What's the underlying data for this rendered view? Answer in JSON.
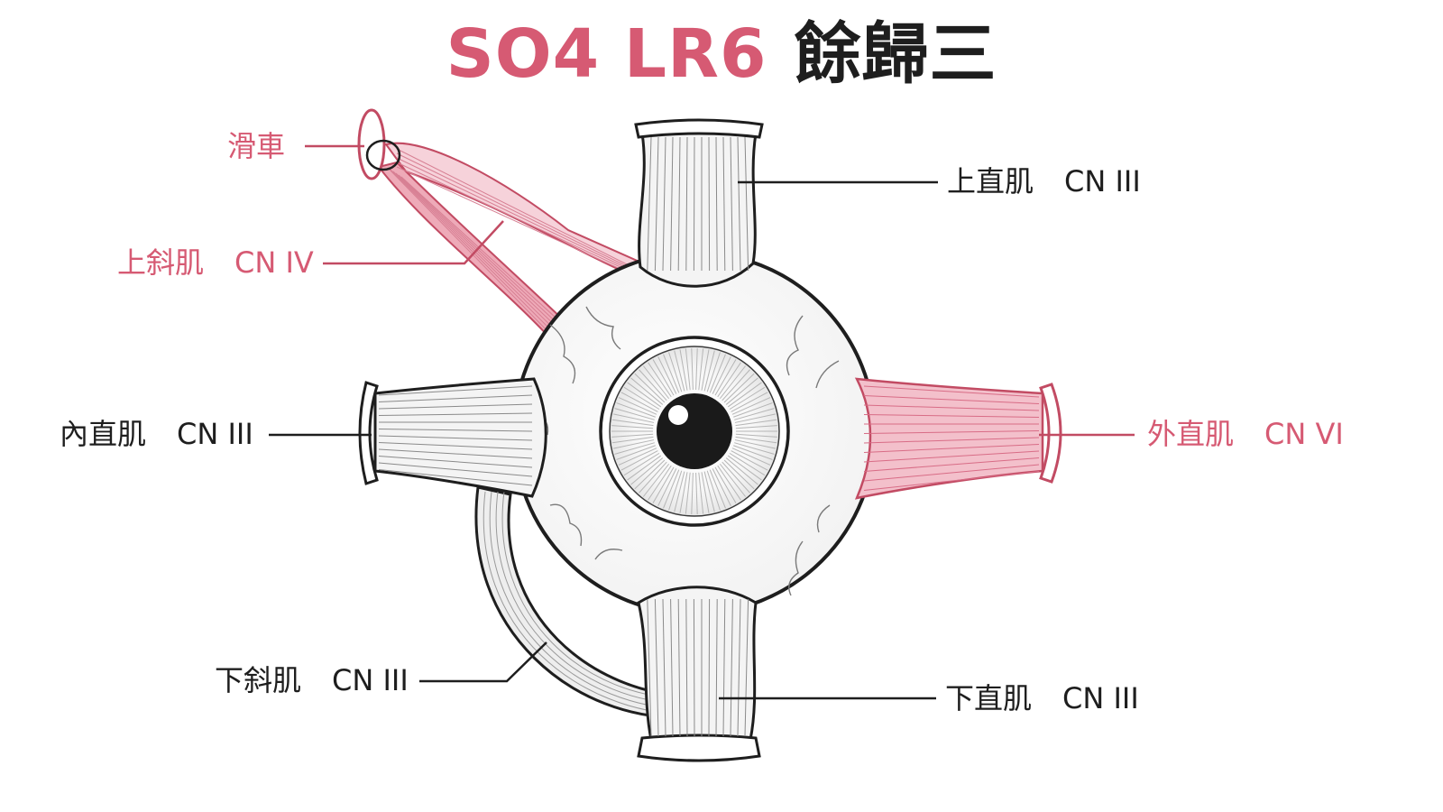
{
  "title": {
    "accent": "SO4 LR6",
    "main": "餘歸三"
  },
  "colors": {
    "accent": "#d65a73",
    "ink": "#1e1e1e",
    "muscle_fill": "#f4f4f4",
    "muscle_pink": "#eeaab8"
  },
  "labels": {
    "trochlea": {
      "name": "滑車"
    },
    "superior_oblique": {
      "name": "上斜肌",
      "nerve": "CN IV"
    },
    "superior_rectus": {
      "name": "上直肌",
      "nerve": "CN III"
    },
    "medial_rectus": {
      "name": "內直肌",
      "nerve": "CN III"
    },
    "lateral_rectus": {
      "name": "外直肌",
      "nerve": "CN VI"
    },
    "inferior_oblique": {
      "name": "下斜肌",
      "nerve": "CN III"
    },
    "inferior_rectus": {
      "name": "下直肌",
      "nerve": "CN III"
    }
  }
}
